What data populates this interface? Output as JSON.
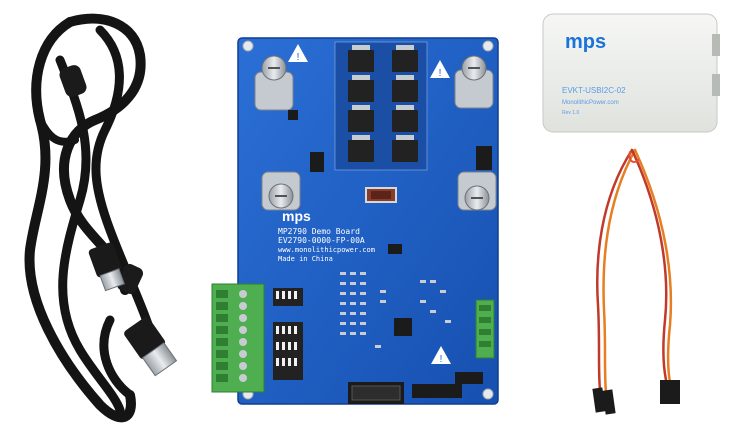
{
  "board": {
    "logo": "mps",
    "line1": "MP2790 Demo Board",
    "line2": "EV2790-0000-FP-00A",
    "line3": "www.monolithicpower.com",
    "line4": "Made in China"
  },
  "usb_adapter": {
    "logo": "mps",
    "model": "EVKT-USBI2C-02",
    "company": "MonolithicPower.com",
    "revision": "Rev 1.0"
  },
  "colors": {
    "pcb_blue": "#1d5fc4",
    "terminal_green": "#4fae4f",
    "mps_blue": "#1a73d9",
    "adapter_body": "#eef0ee"
  }
}
